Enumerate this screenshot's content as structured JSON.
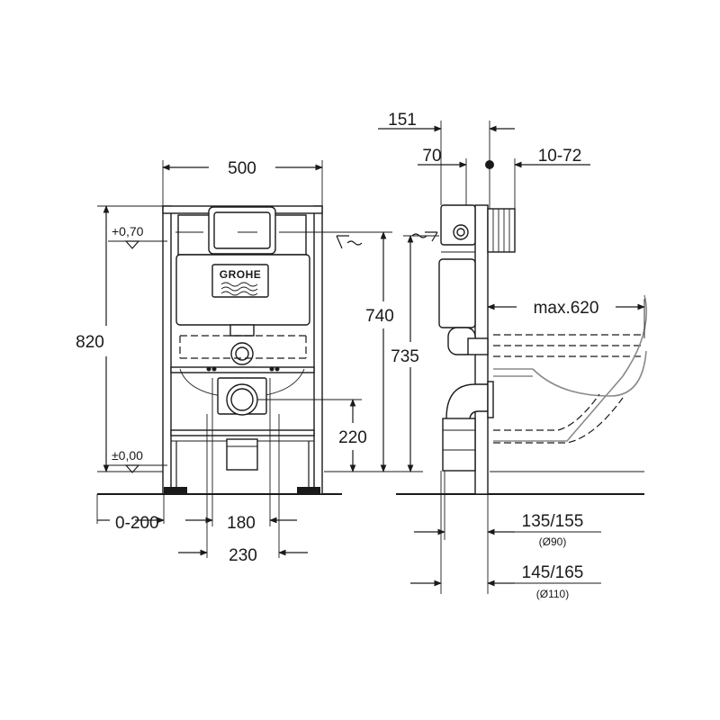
{
  "dimensions": {
    "d500": "500",
    "d820": "820",
    "d740": "740",
    "d735": "735",
    "d220": "220",
    "d180": "180",
    "d230": "230",
    "d0_200": "0-200",
    "d151": "151",
    "d70": "70",
    "d10_72": "10-72",
    "max620": "max.620",
    "d135_155": "135/155",
    "dia90": "(Ø90)",
    "d145_165": "145/165",
    "dia110": "(Ø110)"
  },
  "levels": {
    "top": "+0,70",
    "floor": "±0,00"
  },
  "brand": {
    "logo_text": "GROHE"
  }
}
